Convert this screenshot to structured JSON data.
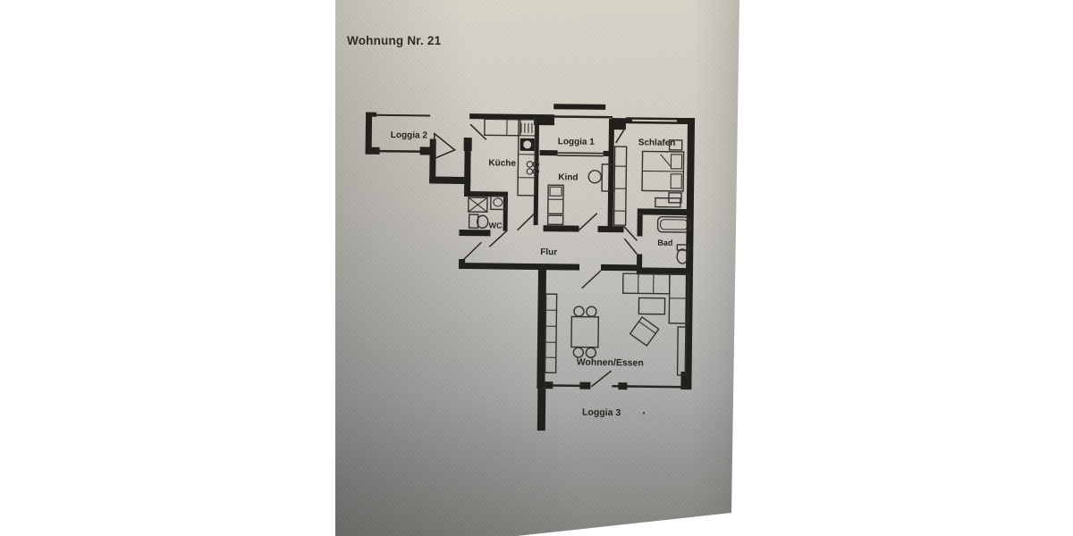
{
  "document": {
    "title": "Wohnung Nr. 21"
  },
  "floor_plan": {
    "rooms": [
      {
        "id": "loggia2",
        "label": "Loggia 2"
      },
      {
        "id": "kueche",
        "label": "Küche"
      },
      {
        "id": "loggia1",
        "label": "Loggia 1"
      },
      {
        "id": "schlafen",
        "label": "Schlafen"
      },
      {
        "id": "kind",
        "label": "Kind"
      },
      {
        "id": "wc",
        "label": "WC"
      },
      {
        "id": "flur",
        "label": "Flur"
      },
      {
        "id": "bad",
        "label": "Bad"
      },
      {
        "id": "wohnen_essen",
        "label": "Wohnen/Essen"
      },
      {
        "id": "loggia3",
        "label": "Loggia 3"
      }
    ]
  },
  "colors": {
    "paper_light": "#d8d4c8",
    "paper_shadow": "#82817e",
    "ink": "#24221e"
  }
}
